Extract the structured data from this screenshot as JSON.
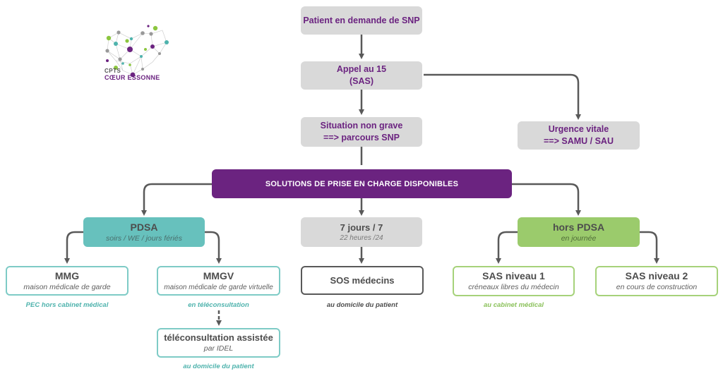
{
  "logo": {
    "line1": "CPTS",
    "line2": "CŒUR ESSONNE",
    "colors": {
      "green": "#8cc63f",
      "teal": "#4fb3ad",
      "purple": "#6b2380",
      "grey": "#999999"
    }
  },
  "flow": {
    "patient": "Patient en demande de SNP",
    "appel_line1": "Appel au 15",
    "appel_line2": "(SAS)",
    "situation_line1": "Situation non grave",
    "situation_line2": "==> parcours SNP",
    "urgence_line1": "Urgence vitale",
    "urgence_line2": "==>  SAMU / SAU",
    "solutions": "SOLUTIONS DE PRISE EN CHARGE DISPONIBLES"
  },
  "pdsa": {
    "title": "PDSA",
    "subtitle": "soirs / WE / jours fériés",
    "mmg": {
      "title": "MMG",
      "subtitle": "maison médicale de garde",
      "note": "PEC hors cabinet médical"
    },
    "mmgv": {
      "title": "MMGV",
      "subtitle": "maison médicale de garde virtuelle",
      "note": "en téléconsultation"
    },
    "tele": {
      "title": "téléconsultation assistée",
      "subtitle": "par IDEL",
      "note": "au domicile du patient"
    }
  },
  "sept": {
    "title": "7 jours / 7",
    "subtitle": "22 heures /24",
    "sos": {
      "title": "SOS médecins",
      "note": "au domicile du patient"
    }
  },
  "hors": {
    "title": "hors PDSA",
    "subtitle": "en journée",
    "sas1": {
      "title": "SAS niveau 1",
      "subtitle": "créneaux libres du médecin",
      "note": "au cabinet médical"
    },
    "sas2": {
      "title": "SAS niveau 2",
      "subtitle": "en cours de construction"
    }
  },
  "colors": {
    "purple": "#6b2380",
    "grey_box": "#d9d9d9",
    "teal": "#67c1bd",
    "green": "#9bcb6c",
    "connector": "#595959"
  }
}
